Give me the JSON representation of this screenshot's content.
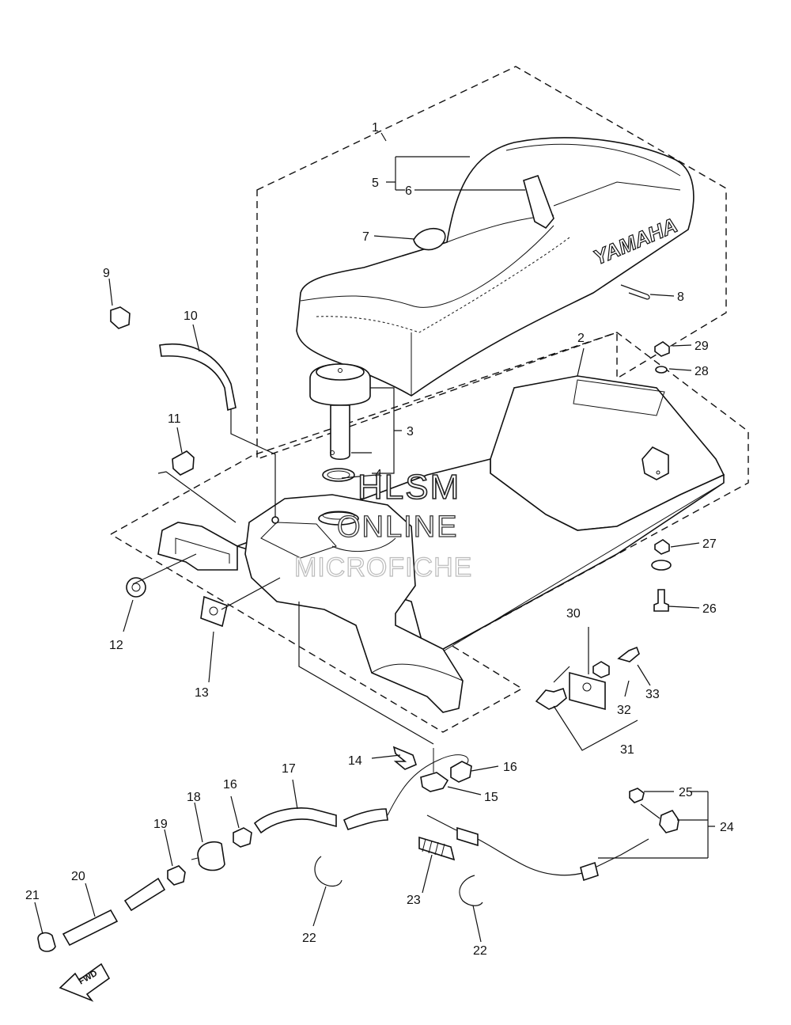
{
  "watermark": {
    "line1": "HLSM",
    "line2": "ONLINE",
    "line3": "MICROFICHE"
  },
  "brand_text": "YAMAHA",
  "direction_label": "FWD",
  "labels": {
    "p1": "1",
    "p2": "2",
    "p3": "3",
    "p4": "4",
    "p5": "5",
    "p6": "6",
    "p7": "7",
    "p8": "8",
    "p9": "9",
    "p10": "10",
    "p11": "11",
    "p12": "12",
    "p13": "13",
    "p14": "14",
    "p15": "15",
    "p16a": "16",
    "p16b": "16",
    "p17": "17",
    "p18": "18",
    "p19": "19",
    "p20": "20",
    "p21": "21",
    "p22a": "22",
    "p22b": "22",
    "p23": "23",
    "p24": "24",
    "p25": "25",
    "p26": "26",
    "p27": "27",
    "p28": "28",
    "p29": "29",
    "p30": "30",
    "p31": "31",
    "p32": "32",
    "p33": "33"
  },
  "colors": {
    "line": "#111111",
    "background": "#ffffff"
  }
}
